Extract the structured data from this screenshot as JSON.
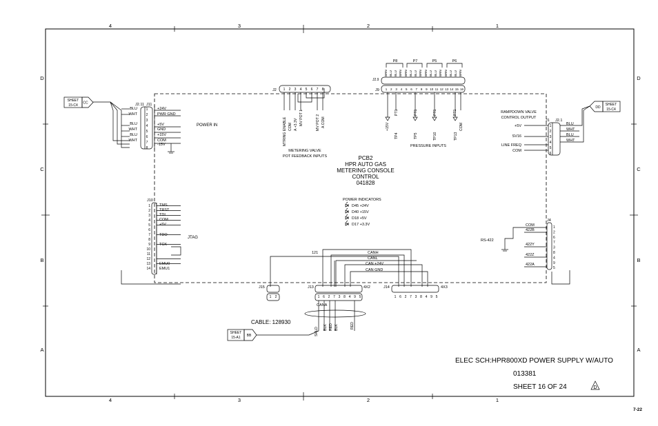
{
  "grid": {
    "columns": [
      "4",
      "3",
      "2",
      "1"
    ],
    "rows": [
      "D",
      "C",
      "B",
      "A"
    ]
  },
  "board": {
    "name": "PCB2",
    "title_lines": [
      "HPR AUTO GAS",
      "METERING CONSOLE",
      "CONTROL"
    ],
    "part_number": "041828"
  },
  "sheet_refs": [
    {
      "sheet": "SHEET",
      "ref": "15-C4",
      "tag": "CC"
    },
    {
      "sheet": "SHEET",
      "ref": "15-C4",
      "tag": "DD"
    },
    {
      "sheet": "SHEET",
      "ref": "15-A1",
      "tag": "BB"
    }
  ],
  "power_in": {
    "label": "POWER IN",
    "connector": "J11",
    "harness": "J2.11",
    "wires": [
      "BLU",
      "WHT",
      "",
      "BLU",
      "WHT",
      "BLU",
      "WHT",
      ""
    ],
    "signals": [
      "+24V",
      "PWR GND",
      "",
      "+5V",
      "GND",
      "+15V",
      "COM",
      "-15V"
    ]
  },
  "metering": {
    "connector": "J2",
    "harness": "J2.9",
    "pins": [
      "1",
      "2",
      "3",
      "4",
      "5",
      "6",
      "7",
      "8"
    ],
    "signals": [
      "MTRING ENABLE",
      "COM",
      "A +3.3V",
      "MV POT 1",
      "MV POT 2",
      "A COM"
    ],
    "label_lines": [
      "METERING VALVE",
      "POT FEEDBACK INPUTS"
    ]
  },
  "pressure": {
    "connector": "J9",
    "pins": [
      "1",
      "2",
      "3",
      "4",
      "5",
      "6",
      "7",
      "8",
      "9",
      "10",
      "11",
      "12",
      "13",
      "14",
      "15",
      "16"
    ],
    "groups": [
      {
        "name": "P8",
        "wires": [
          "BRN",
          "BLU",
          "BLU",
          "BRN"
        ]
      },
      {
        "name": "P7",
        "wires": [
          "BRN",
          "BLU",
          "BLU",
          "BRN"
        ]
      },
      {
        "name": "P5",
        "wires": [
          "BRN",
          "BLU",
          "BLU",
          "BRN"
        ]
      },
      {
        "name": "P6",
        "wires": [
          "BRN",
          "BLU",
          "BLU",
          "BRN"
        ]
      }
    ],
    "signals": [
      "+15V",
      "PT1",
      "PT1",
      "PT1",
      "PT1",
      "COM"
    ],
    "test_points": [
      "TP4",
      "TP5",
      "TP10",
      "TP13"
    ],
    "label": "PRESSURE INPUTS"
  },
  "rampdown": {
    "label_lines": [
      "RAMPDOWN VALVE",
      "CONTROL OUTPUT"
    ],
    "connector": "J1",
    "harness": "J2.1",
    "pins": [
      "1",
      "2",
      "3",
      "4",
      "5",
      "6"
    ],
    "signals": [
      "+5V",
      "SV16",
      "LINE FREQ",
      "COM"
    ],
    "wires": [
      "BLU",
      "WHT",
      "BLU",
      "WHT"
    ]
  },
  "jtag": {
    "label": "JTAG",
    "connector": "J10",
    "pins": [
      "1",
      "2",
      "3",
      "4",
      "5",
      "6",
      "7",
      "8",
      "9",
      "10",
      "11",
      "12",
      "13",
      "14"
    ],
    "signals": [
      "TMS",
      "TRST",
      "TDI",
      "COM",
      "+5V",
      "",
      "TDO",
      "",
      "TCK",
      "",
      "",
      "EMU0",
      "EMU1",
      ""
    ]
  },
  "indicators": {
    "title": "POWER INDICATORS",
    "items": [
      "D45 +24V",
      "D40 +15V",
      "D18 +5V",
      "D17 +3.3V"
    ]
  },
  "rs422": {
    "label": "RS-422",
    "connector": "J4",
    "pins": [
      "1",
      "2",
      "6",
      "7",
      "3",
      "8",
      "4",
      "9",
      "5"
    ],
    "signals": [
      "COM",
      "422B",
      "422Y",
      "422Z",
      "422A"
    ]
  },
  "can": {
    "connectors": [
      "J15",
      "J13",
      "J14"
    ],
    "jumpers": [
      "4X2",
      "4X3"
    ],
    "j15_pins": [
      "1",
      "2"
    ],
    "j13_pins": [
      "1",
      "6",
      "2",
      "7",
      "3",
      "8",
      "4",
      "9",
      "5"
    ],
    "j14_pins": [
      "1",
      "6",
      "2",
      "7",
      "3",
      "8",
      "4",
      "9",
      "5"
    ],
    "bus_labels": [
      "121",
      "CANH",
      "CANL",
      "CAN +24V",
      "CAN GND"
    ],
    "cana": "CANA",
    "cable": "CABLE: 128930",
    "wires": [
      "SHLD",
      "BLK",
      "RED",
      "BLK",
      "RED"
    ]
  },
  "title_block": {
    "title": "ELEC SCH:HPR800XD POWER SUPPLY W/AUTO",
    "number": "013381",
    "sheet": "SHEET 16 OF 24",
    "revision": "D"
  },
  "page_number": "7-22"
}
